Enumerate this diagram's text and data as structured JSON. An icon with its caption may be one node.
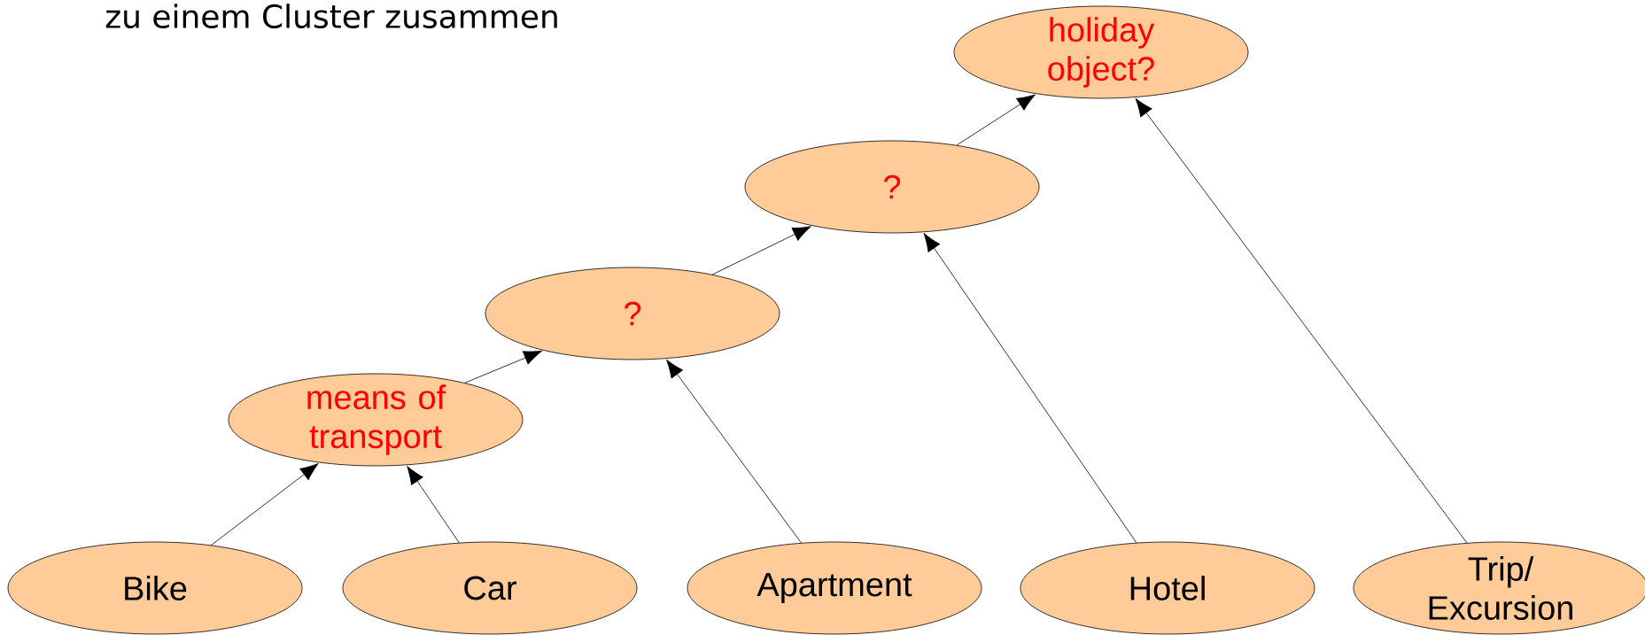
{
  "diagram": {
    "nodes": [
      {
        "text": [
          "holiday object?"
        ]
      },
      {
        "text": [
          "?"
        ]
      },
      {
        "text": [
          "?"
        ]
      },
      {
        "text": [
          "means of transport"
        ]
      },
      {
        "text": [
          "Bike"
        ]
      },
      {
        "text": [
          "Car"
        ]
      },
      {
        "text": [
          "Apartment"
        ]
      },
      {
        "text": [
          "Hotel"
        ]
      },
      {
        "text": [
          "Trip/ Excursion"
        ]
      }
    ],
    "edges": [
      {
        "from": 4,
        "to": 3,
        "arrow": "to"
      },
      {
        "from": 5,
        "to": 3,
        "arrow": "to"
      },
      {
        "from": 3,
        "to": 2,
        "arrow": "to"
      },
      {
        "from": 6,
        "to": 2,
        "arrow": "to"
      },
      {
        "from": 2,
        "to": 1,
        "arrow": "to"
      },
      {
        "from": 7,
        "to": 1,
        "arrow": "to"
      },
      {
        "from": 1,
        "to": 0,
        "arrow": "to"
      },
      {
        "from": 8,
        "to": 0,
        "arrow": "to"
      }
    ],
    "labels": [
      "zu einem Cluster zusammen"
    ]
  }
}
